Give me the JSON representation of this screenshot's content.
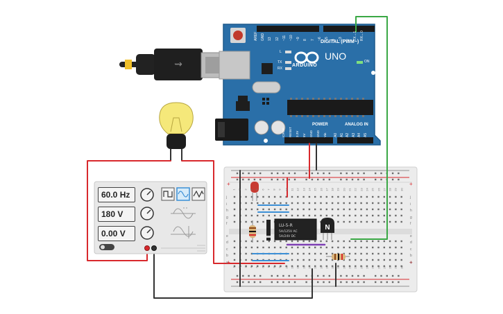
{
  "arduino": {
    "logo_text": "ARDUINO",
    "model": "UNO",
    "digital_label": "DIGITAL (PWM~)",
    "power_label": "POWER",
    "analog_label": "ANALOG IN",
    "on_label": "ON",
    "tx_label": "TX",
    "rx_label": "RX",
    "l_label": "L",
    "power_pins": [
      "IOREF",
      "RESET",
      "3.3V",
      "5V",
      "GND",
      "GND",
      "Vin"
    ],
    "analog_pins": [
      "A0",
      "A1",
      "A2",
      "A3",
      "A4",
      "A5"
    ],
    "digital_pins": [
      "AREF",
      "GND",
      "13",
      "12",
      "~11",
      "~10",
      "~9",
      "8",
      "7",
      "~6",
      "~5",
      "4",
      "~3",
      "2",
      "TX→1",
      "RX←0"
    ]
  },
  "function_generator": {
    "frequency": "60.0 Hz",
    "amplitude": "180 V",
    "offset": "0.00 V",
    "waveforms": [
      "square",
      "sine",
      "triangle"
    ],
    "selected_waveform": "sine"
  },
  "relay": {
    "line1": "LU-5-R",
    "line2": "5A/125V AC",
    "line3": "5A/24V DC"
  },
  "transistor": {
    "label": "N"
  },
  "breadboard": {
    "column_numbers": [
      "1",
      "2",
      "3",
      "4",
      "5",
      "6",
      "7",
      "8",
      "9",
      "10",
      "11",
      "12",
      "13",
      "14",
      "15",
      "16",
      "17",
      "18",
      "19",
      "20",
      "21",
      "22",
      "23",
      "24",
      "25",
      "26",
      "27",
      "28",
      "29",
      "30"
    ],
    "row_letters_top": [
      "j",
      "i",
      "h",
      "g",
      "f"
    ],
    "row_letters_bottom": [
      "e",
      "d",
      "c",
      "b",
      "a"
    ]
  },
  "colors": {
    "board_blue": "#2a6fa8",
    "wire_red": "#d8282c",
    "wire_black": "#333333",
    "wire_green": "#3aa845",
    "wire_blue": "#3b8fd6",
    "wire_purple": "#7e3fb4",
    "bulb_yellow": "#f5e87a"
  }
}
